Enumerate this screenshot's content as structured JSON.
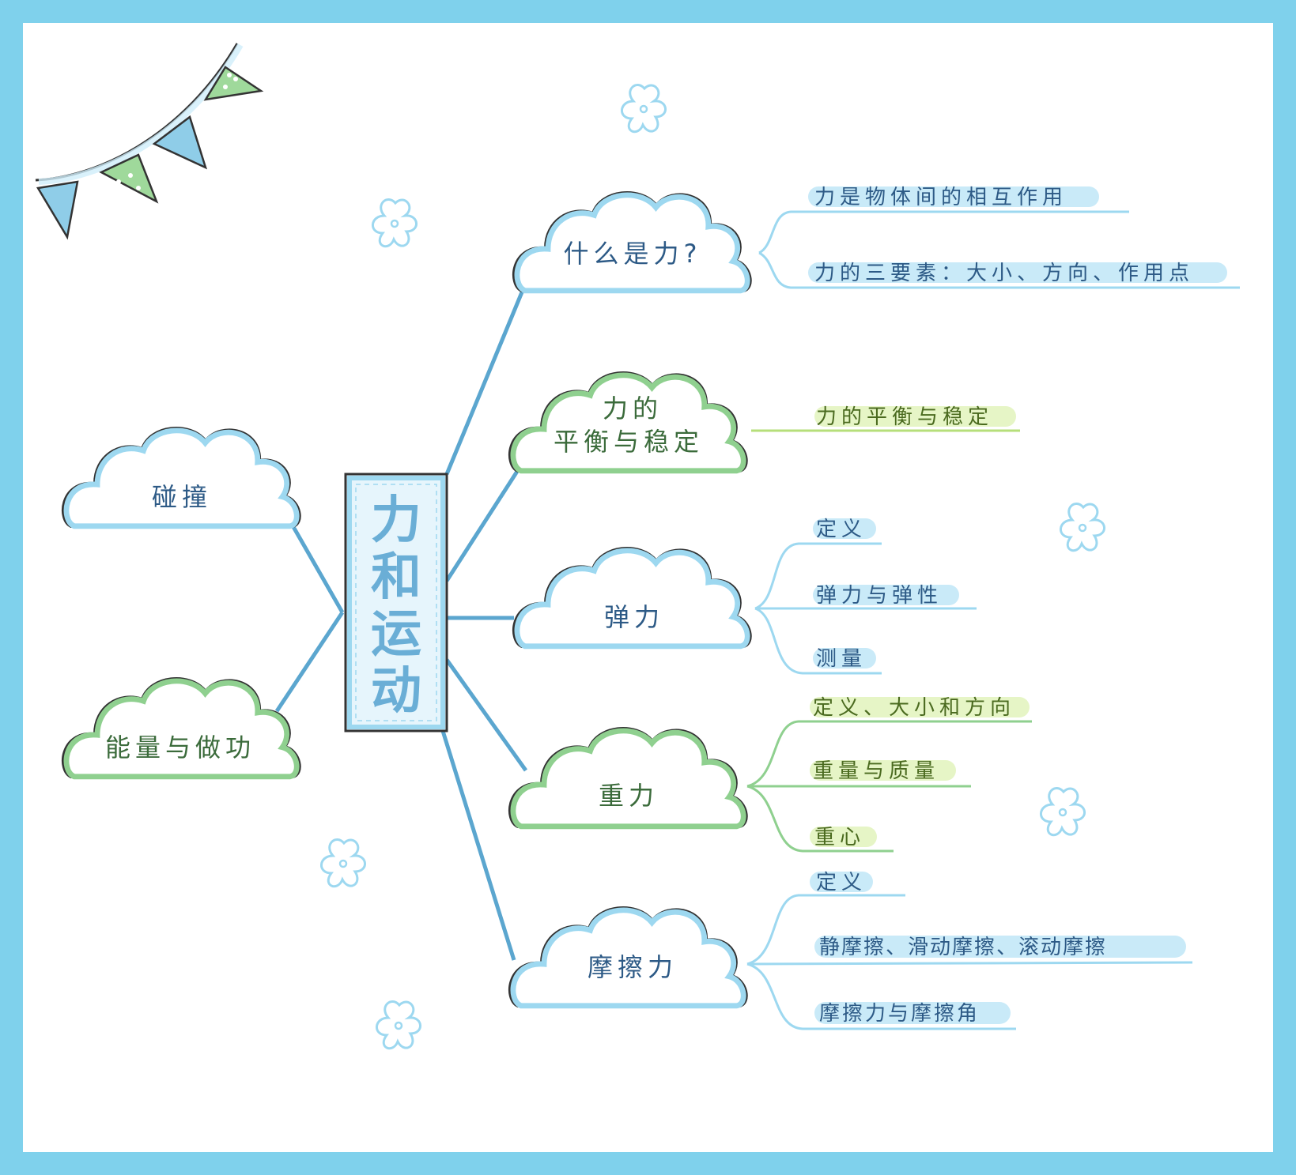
{
  "colors": {
    "frame": "#7fd1ec",
    "branch_line": "#5ba6cf",
    "blue_cloud": "#9dd8f0",
    "green_cloud": "#8fd08f",
    "blue_highlight": "#c9eaf8",
    "green_highlight": "#e6f5c6"
  },
  "center": {
    "label": "力和运动",
    "chars": [
      "力",
      "和",
      "运",
      "动"
    ]
  },
  "left_nodes": [
    {
      "label": "碰撞",
      "color": "blue"
    },
    {
      "label": "能量与做功",
      "color": "green"
    }
  ],
  "right_nodes": [
    {
      "label": "什么是力?",
      "color": "blue",
      "leaves": [
        "力是物体间的相互作用",
        "力的三要素：大小、方向、作用点"
      ]
    },
    {
      "label_lines": [
        "力的",
        "平衡与稳定"
      ],
      "color": "green",
      "leaves": [
        "力的平衡与稳定"
      ]
    },
    {
      "label": "弹力",
      "color": "blue",
      "leaves": [
        "定义",
        "弹力与弹性",
        "测量"
      ]
    },
    {
      "label": "重力",
      "color": "green",
      "leaves": [
        "定义、大小和方向",
        "重量与质量",
        "重心"
      ]
    },
    {
      "label": "摩擦力",
      "color": "blue",
      "leaves": [
        "定义",
        "静摩擦、滑动摩擦、滚动摩擦",
        "摩擦力与摩擦角"
      ]
    }
  ],
  "decorations": {
    "flower_icon": "flower-icon",
    "bunting_icon": "bunting-flags-icon"
  }
}
